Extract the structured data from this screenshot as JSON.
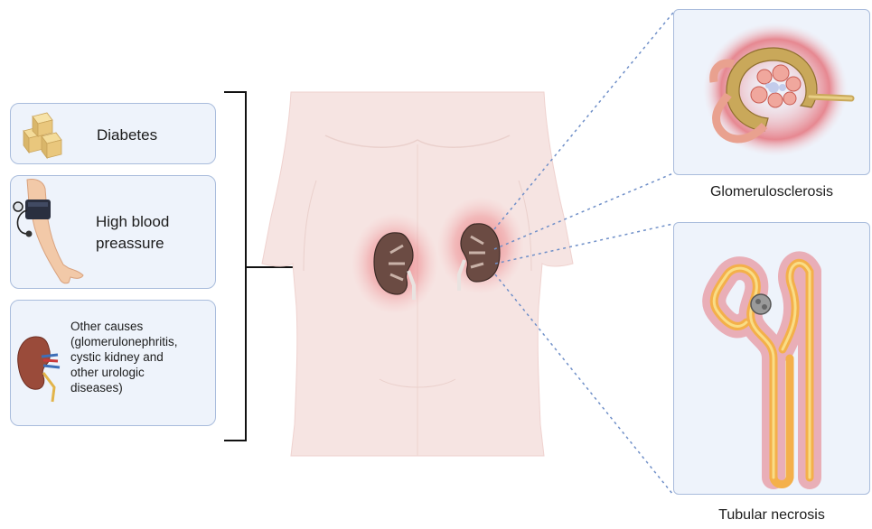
{
  "causes": {
    "diabetes": "Diabetes",
    "hypertension_line1": "High blood",
    "hypertension_line2": "preassure",
    "other_line1": "Other causes",
    "other_line2": "(glomerulonephritis,",
    "other_line3": "cystic kidney and",
    "other_line4": "other urologic",
    "other_line5": "diseases)"
  },
  "outcomes": {
    "top_caption": "Glomerulosclerosis",
    "bottom_caption": "Tubular necrosis"
  },
  "colors": {
    "box_fill": "#eef3fb",
    "box_border": "#a9bcdc",
    "inflammation": "#e0303a",
    "skin": "#f6e4e2",
    "kidney": "#6b4b43",
    "dotted_line": "#6f8fc8"
  },
  "icons": {
    "diabetes": "sugar-cubes-icon",
    "hypertension": "blood-pressure-cuff-arm-icon",
    "other": "kidney-icon"
  }
}
